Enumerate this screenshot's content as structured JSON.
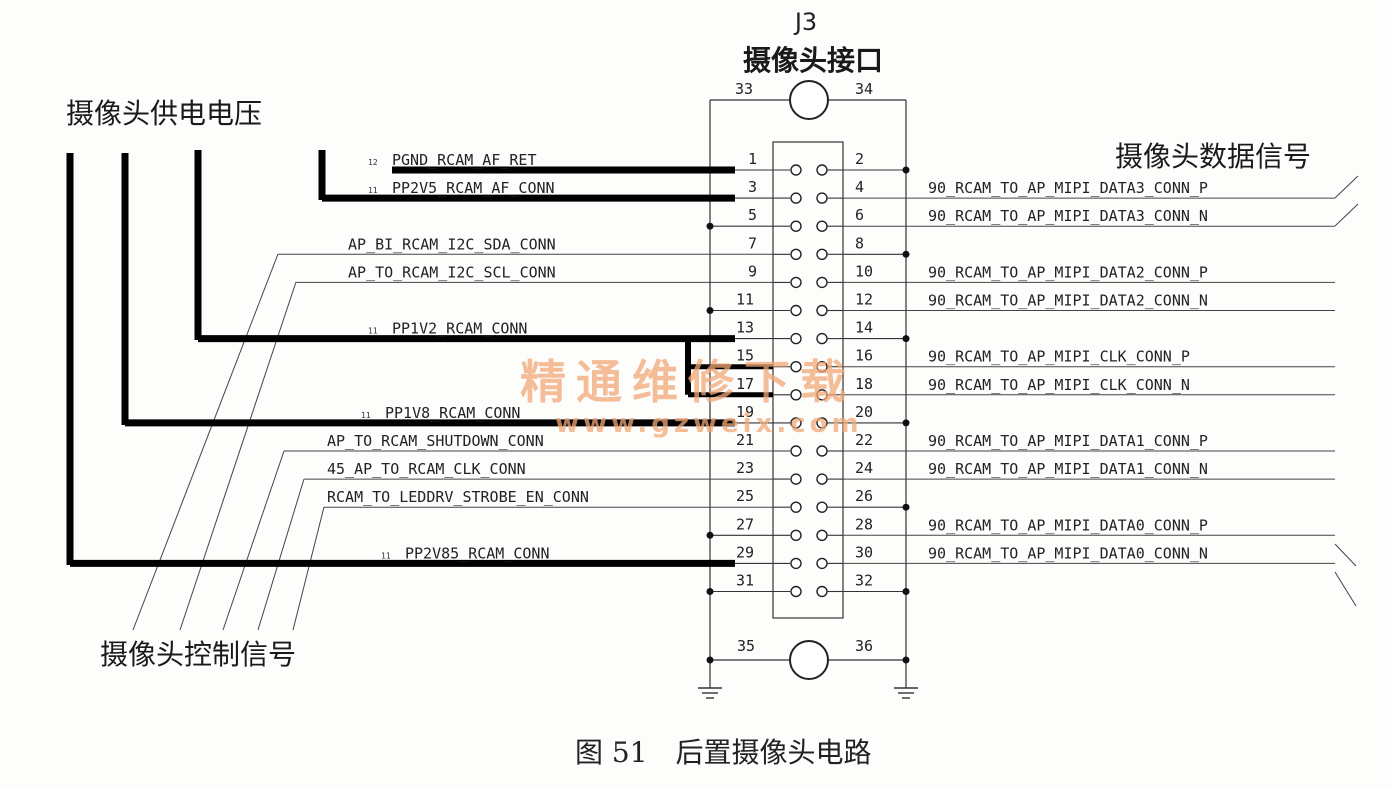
{
  "connector": {
    "ref": "J3",
    "name": "摄像头接口",
    "top_pins": [
      "33",
      "34"
    ],
    "bottom_pins": [
      "35",
      "36"
    ]
  },
  "group_labels": {
    "power": "摄像头供电电压",
    "data": "摄像头数据信号",
    "control": "摄像头控制信号"
  },
  "left_nets": [
    {
      "pin": "1",
      "name": "PGND_RCAM_AF_RET",
      "prefix": "12",
      "style": "thick"
    },
    {
      "pin": "3",
      "name": "PP2V5_RCAM_AF_CONN",
      "prefix": "11",
      "style": "thick"
    },
    {
      "pin": "5",
      "name": "",
      "prefix": "",
      "style": "gnd"
    },
    {
      "pin": "7",
      "name": "AP_BI_RCAM_I2C_SDA_CONN",
      "prefix": "",
      "style": "thin"
    },
    {
      "pin": "9",
      "name": "AP_TO_RCAM_I2C_SCL_CONN",
      "prefix": "",
      "style": "thin"
    },
    {
      "pin": "11",
      "name": "",
      "prefix": "",
      "style": "gnd"
    },
    {
      "pin": "13",
      "name": "PP1V2_RCAM_CONN",
      "prefix": "11",
      "style": "thick"
    },
    {
      "pin": "15",
      "name": "",
      "prefix": "",
      "style": "bus"
    },
    {
      "pin": "17",
      "name": "",
      "prefix": "",
      "style": "bus"
    },
    {
      "pin": "19",
      "name": "PP1V8_RCAM_CONN",
      "prefix": "11",
      "style": "thick"
    },
    {
      "pin": "21",
      "name": "AP_TO_RCAM_SHUTDOWN_CONN",
      "prefix": "",
      "style": "thin"
    },
    {
      "pin": "23",
      "name": "45_AP_TO_RCAM_CLK_CONN",
      "prefix": "",
      "style": "thin"
    },
    {
      "pin": "25",
      "name": "RCAM_TO_LEDDRV_STROBE_EN_CONN",
      "prefix": "",
      "style": "thin"
    },
    {
      "pin": "27",
      "name": "",
      "prefix": "",
      "style": "gnd"
    },
    {
      "pin": "29",
      "name": "PP2V85_RCAM_CONN",
      "prefix": "11",
      "style": "thick"
    },
    {
      "pin": "31",
      "name": "",
      "prefix": "",
      "style": "gnd"
    }
  ],
  "right_nets": [
    {
      "pin": "2",
      "name": ""
    },
    {
      "pin": "4",
      "name": "90_RCAM_TO_AP_MIPI_DATA3_CONN_P"
    },
    {
      "pin": "6",
      "name": "90_RCAM_TO_AP_MIPI_DATA3_CONN_N"
    },
    {
      "pin": "8",
      "name": ""
    },
    {
      "pin": "10",
      "name": "90_RCAM_TO_AP_MIPI_DATA2_CONN_P"
    },
    {
      "pin": "12",
      "name": "90_RCAM_TO_AP_MIPI_DATA2_CONN_N"
    },
    {
      "pin": "14",
      "name": ""
    },
    {
      "pin": "16",
      "name": "90_RCAM_TO_AP_MIPI_CLK_CONN_P"
    },
    {
      "pin": "18",
      "name": "90_RCAM_TO_AP_MIPI_CLK_CONN_N"
    },
    {
      "pin": "20",
      "name": ""
    },
    {
      "pin": "22",
      "name": "90_RCAM_TO_AP_MIPI_DATA1_CONN_P"
    },
    {
      "pin": "24",
      "name": "90_RCAM_TO_AP_MIPI_DATA1_CONN_N"
    },
    {
      "pin": "26",
      "name": ""
    },
    {
      "pin": "28",
      "name": "90_RCAM_TO_AP_MIPI_DATA0_CONN_P"
    },
    {
      "pin": "30",
      "name": "90_RCAM_TO_AP_MIPI_DATA0_CONN_N"
    },
    {
      "pin": "32",
      "name": ""
    }
  ],
  "watermark": {
    "text": "精通维修下载",
    "url": "www.gzweix.com",
    "color": "#f2a877"
  },
  "caption": "图 51　后置摄像头电路"
}
